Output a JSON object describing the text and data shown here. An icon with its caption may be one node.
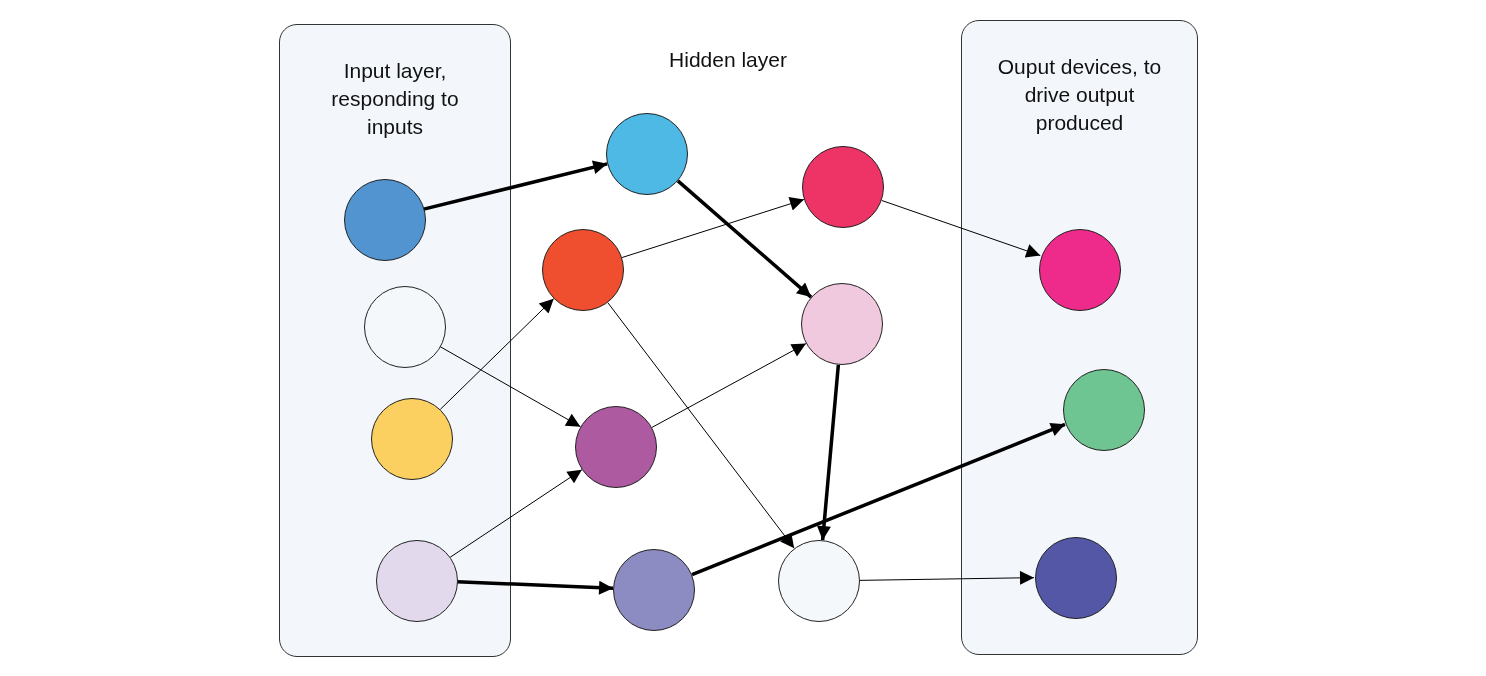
{
  "diagram": {
    "nodes": [
      {
        "text": [
          "Input layer, responding to inputs"
        ]
      },
      {
        "text": [],
        "shape": "circle",
        "in": 0
      },
      {
        "text": [],
        "shape": "circle",
        "in": 0
      },
      {
        "text": [],
        "shape": "circle",
        "in": 0
      },
      {
        "text": [],
        "shape": "circle",
        "in": 0
      },
      {
        "text": [],
        "shape": "circle"
      },
      {
        "text": [],
        "shape": "circle"
      },
      {
        "text": [],
        "shape": "circle"
      },
      {
        "text": [],
        "shape": "circle"
      },
      {
        "text": [],
        "shape": "circle"
      },
      {
        "text": [],
        "shape": "circle"
      },
      {
        "text": [],
        "shape": "circle"
      },
      {
        "text": [
          "Ouput devices, to drive output produced"
        ]
      },
      {
        "text": [],
        "shape": "circle",
        "in": 12
      },
      {
        "text": [],
        "shape": "circle",
        "in": 12
      },
      {
        "text": [],
        "shape": "circle",
        "in": 12
      }
    ],
    "edges": [
      {
        "from": 1,
        "to": 5,
        "arrow": "to",
        "style": "thick"
      },
      {
        "from": 5,
        "to": 10,
        "arrow": "to",
        "style": "thick"
      },
      {
        "from": 6,
        "to": 9,
        "arrow": "to"
      },
      {
        "from": 9,
        "to": 13,
        "arrow": "to"
      },
      {
        "from": 2,
        "to": 7,
        "arrow": "to"
      },
      {
        "from": 3,
        "to": 6,
        "arrow": "to"
      },
      {
        "from": 7,
        "to": 10,
        "arrow": "to"
      },
      {
        "from": 6,
        "to": 11,
        "arrow": "to"
      },
      {
        "from": 10,
        "to": 11,
        "arrow": "to",
        "style": "thick"
      },
      {
        "from": 4,
        "to": 7,
        "arrow": "to"
      },
      {
        "from": 4,
        "to": 8,
        "arrow": "to",
        "style": "thick"
      },
      {
        "from": 8,
        "to": 14,
        "arrow": "to",
        "style": "thick"
      },
      {
        "from": 11,
        "to": 15,
        "arrow": "to"
      }
    ],
    "labels": [
      "Hidden layer"
    ]
  }
}
